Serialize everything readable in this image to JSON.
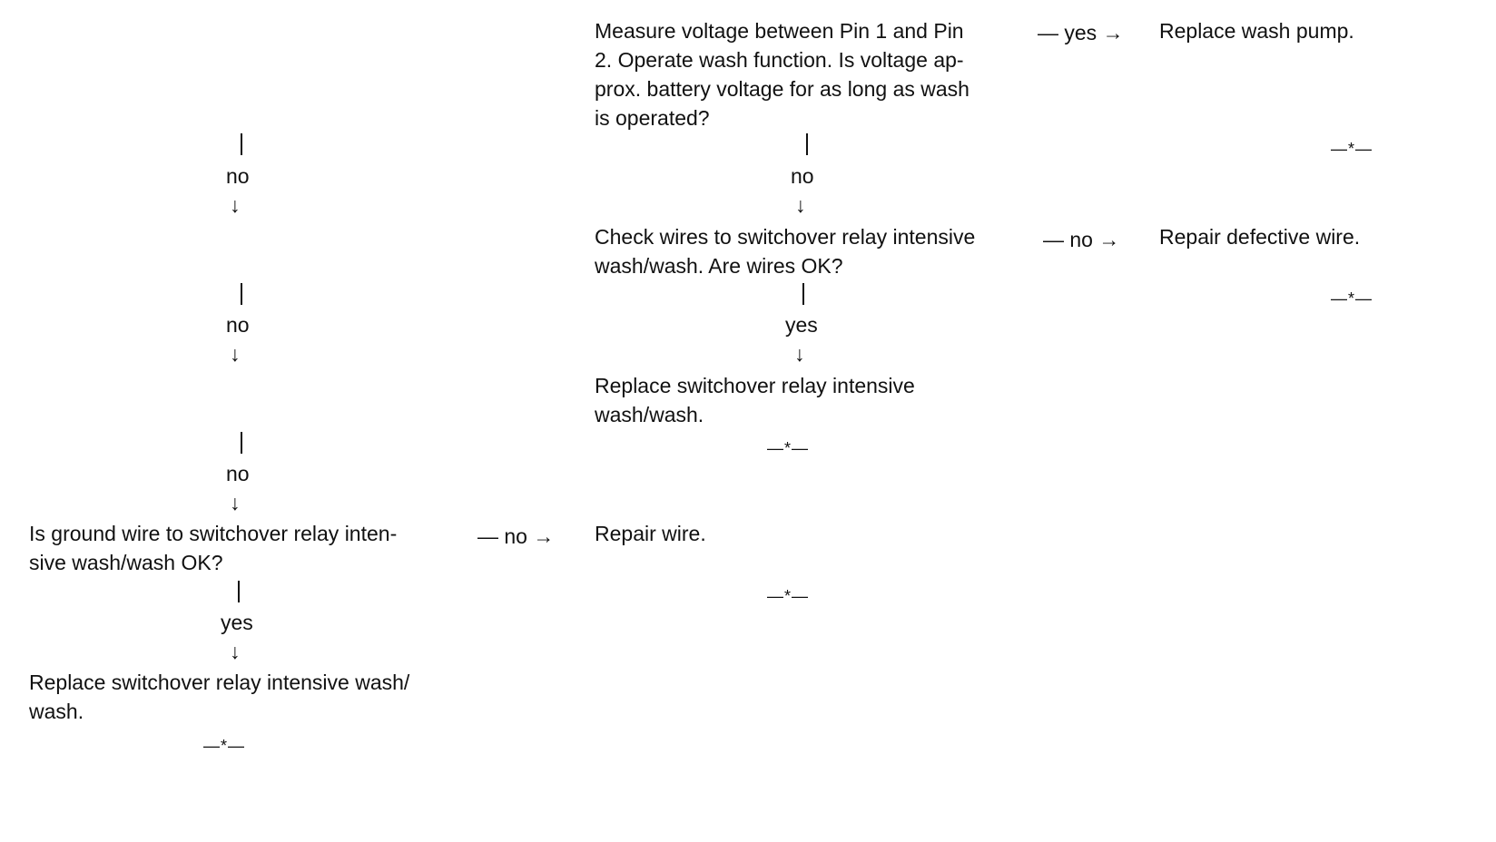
{
  "right_column": {
    "q1_lines": [
      "Measure voltage between Pin 1 and Pin",
      "2. Operate wash function. Is voltage ap-",
      "prox. battery voltage for as long as wash",
      "is operated?"
    ],
    "q1_yes_arrow": "— yes →",
    "q1_yes_result": "Replace wash pump.",
    "q1_yes_end": "—*—",
    "q1_no_label": "no",
    "down_arrow": "↓",
    "q2_lines": [
      "Check wires to switchover relay intensive",
      "wash/wash. Are wires OK?"
    ],
    "q2_no_arrow": "— no →",
    "q2_no_result": "Repair defective wire.",
    "q2_no_end": "—*—",
    "q2_yes_label": "yes",
    "q2_yes_result_lines": [
      "Replace switchover relay intensive",
      "wash/wash."
    ],
    "q2_yes_end": "—*—",
    "repair_wire": "Repair wire.",
    "repair_wire_end": "—*—"
  },
  "left_column": {
    "no_label_1": "no",
    "no_label_2": "no",
    "no_label_3": "no",
    "down_arrow": "↓",
    "q3_lines": [
      "Is ground wire to switchover relay inten-",
      "sive wash/wash OK?"
    ],
    "q3_no_arrow": "— no →",
    "q3_yes_label": "yes",
    "q3_yes_result_lines": [
      "Replace switchover relay intensive wash/",
      "wash."
    ],
    "q3_yes_end": "—*—"
  }
}
